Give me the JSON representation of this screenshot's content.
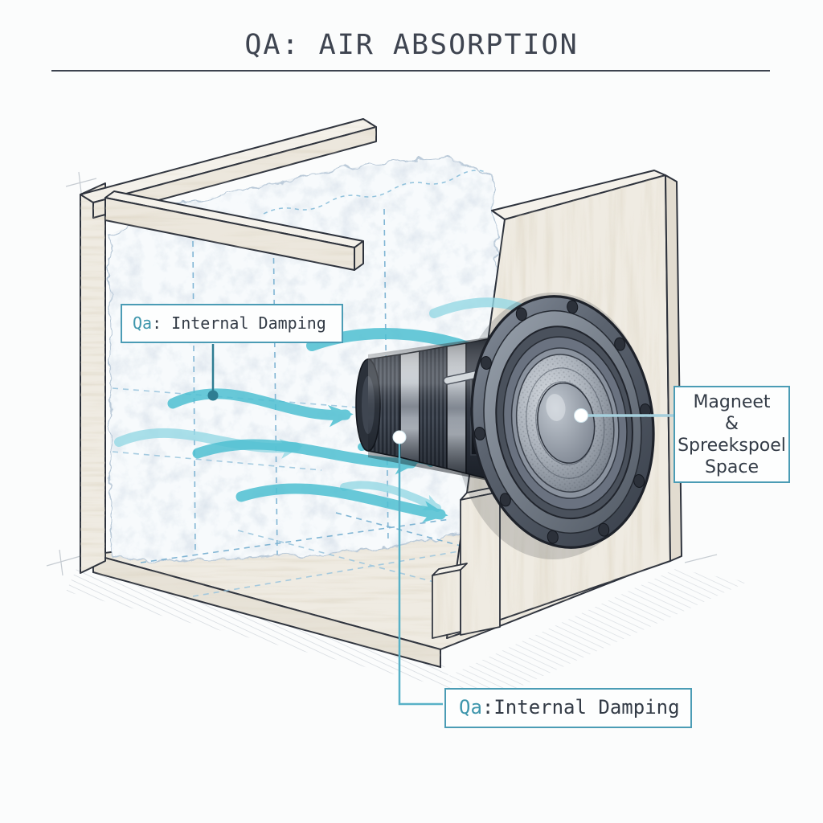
{
  "title": "QA: AIR ABSORPTION",
  "labels": {
    "damping_top": {
      "prefix": "Qa",
      "rest": ": Internal Damping"
    },
    "damping_bottom": {
      "prefix": "Qa",
      "rest": ":Internal Damping"
    },
    "magnet": {
      "line1": "Magneet",
      "line2": "&",
      "line3": "Spreekspoel",
      "line4": "Space"
    }
  },
  "colors": {
    "accent_teal": "#4b9cb5",
    "qa_text": "#3e96ac",
    "arrow_teal": "#4fc0d2",
    "arrow_light": "#96d9e5",
    "ink": "#2d323c",
    "wood": "#efebe2",
    "title_text": "#3e4450"
  }
}
